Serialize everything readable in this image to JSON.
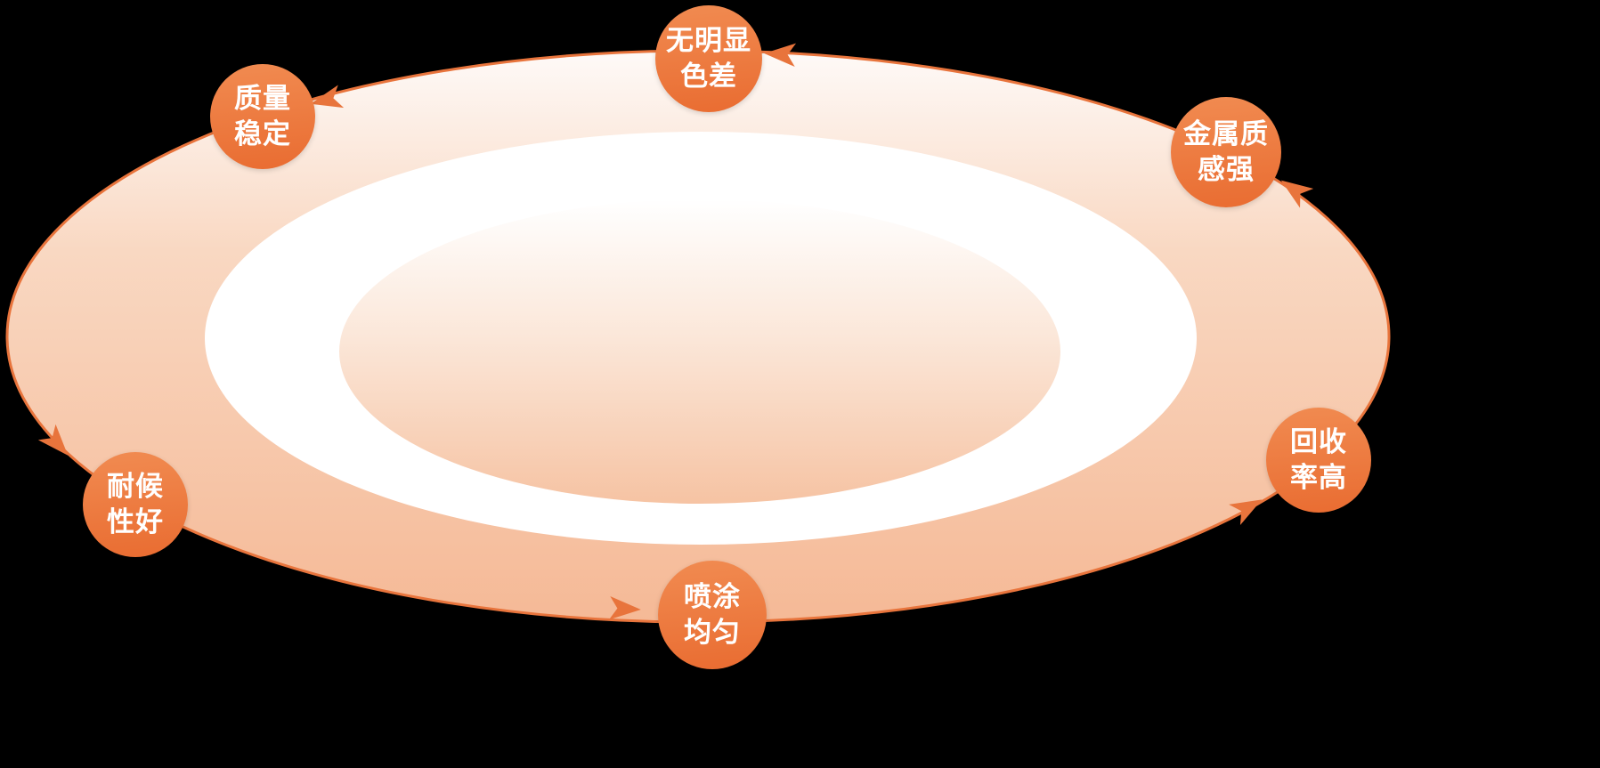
{
  "diagram": {
    "type": "cycle",
    "flow_direction": "counterclockwise",
    "arrow_count": 6,
    "badges": [
      {
        "id": "no-color-difference",
        "line1": "无明显",
        "line2": "色差"
      },
      {
        "id": "stable-quality",
        "line1": "质量",
        "line2": "稳定"
      },
      {
        "id": "weather-resistance",
        "line1": "耐候",
        "line2": "性好"
      },
      {
        "id": "even-spraying",
        "line1": "喷涂",
        "line2": "均匀"
      },
      {
        "id": "high-recycling-rate",
        "line1": "回收",
        "line2": "率高"
      },
      {
        "id": "metallic-texture",
        "line1": "金属质",
        "line2": "感强"
      }
    ]
  },
  "colors": {
    "background": "#000000",
    "accent": "#E8743C",
    "badge_gradient_top": "#F18B51",
    "badge_gradient_bottom": "#E96C31",
    "ellipse_fill_top": "#FEFAF8",
    "ellipse_fill_mid": "#F9D8C2",
    "ellipse_fill_bottom": "#F5B996",
    "ring": "#FFFFFF",
    "inner_fill_top": "#FFFFFF",
    "inner_fill_mid": "#FBE7D9",
    "inner_fill_bottom": "#F6C3A3",
    "label_text": "#FFFFFF"
  }
}
